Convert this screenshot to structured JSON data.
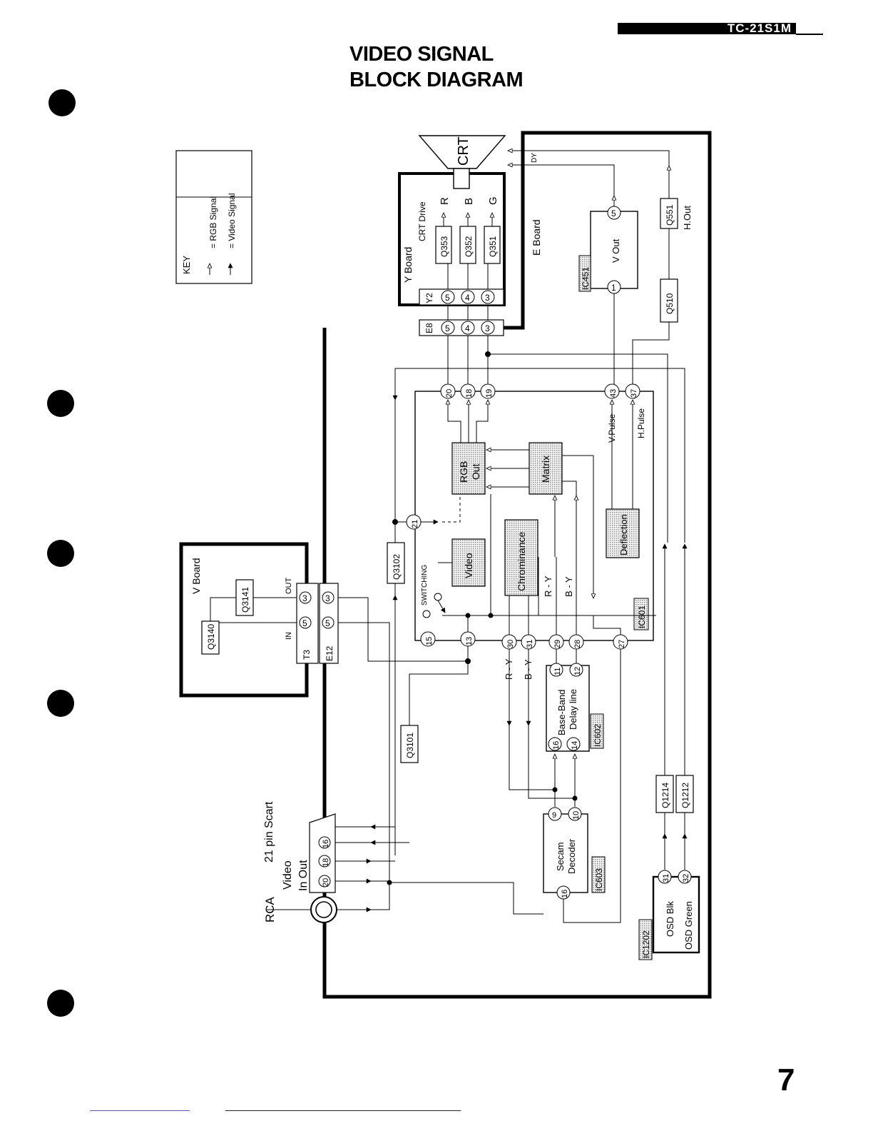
{
  "header": {
    "model": "TC-21S1M",
    "title_line1": "VIDEO SIGNAL",
    "title_line2": "BLOCK DIAGRAM"
  },
  "page_number": "7",
  "key": {
    "title": "KEY",
    "rgb": "= RGB Signal",
    "video": "= Video Signal"
  },
  "boards": {
    "v": "V Board",
    "e": "E Board",
    "y": "Y Board"
  },
  "crt": {
    "label": "CRT",
    "drive": "CRT Drive",
    "dy": "DY",
    "r": "R",
    "b": "B",
    "g": "G"
  },
  "transistors": {
    "q353": "Q353",
    "q352": "Q352",
    "q351": "Q351",
    "q551": "Q551",
    "q510": "Q510",
    "q3140": "Q3140",
    "q3141": "Q3141",
    "q3102": "Q3102",
    "q3101": "Q3101",
    "q1214": "Q1214",
    "q1212": "Q1212"
  },
  "connectors": {
    "y2": "Y2",
    "e8": "E8",
    "t3": "T3",
    "e12": "E12",
    "in": "IN",
    "out": "OUT"
  },
  "ics": {
    "ic451": "IC451",
    "ic601": "IC601",
    "ic602": "IC602",
    "ic603": "IC603",
    "ic1202": "IC1202"
  },
  "blocks": {
    "vout": "V Out",
    "hout": "H.Out",
    "rgb_out_1": "RGB",
    "rgb_out_2": "Out",
    "matrix": "Matrix",
    "video": "Video",
    "chrominance": "Chrominance",
    "deflection": "Deflection",
    "baseband_1": "Base-Band",
    "baseband_2": "Delay line",
    "secam_1": "Secam",
    "secam_2": "Decoder",
    "osd_blk": "OSD Blk",
    "osd_green": "OSD Green"
  },
  "signals": {
    "vpulse": "V.Pulse",
    "hpulse": "H.Pulse",
    "switching": "SWITCHING",
    "ry": "R - Y",
    "by": "B - Y"
  },
  "io": {
    "scart": "21 pin Scart",
    "video": "Video",
    "inout": "In Out",
    "rca": "RCA"
  },
  "pins": {
    "p1": "1",
    "p3": "3",
    "p4": "4",
    "p5": "5",
    "p9": "9",
    "p10": "10",
    "p11": "11",
    "p12": "12",
    "p13": "13",
    "p14": "14",
    "p15": "15",
    "p16": "16",
    "p18": "18",
    "p19": "19",
    "p20": "20",
    "p21": "21",
    "p27": "27",
    "p28": "28",
    "p29": "29",
    "p30": "30",
    "p31": "31",
    "p32": "32",
    "p37": "37",
    "p43": "43"
  }
}
